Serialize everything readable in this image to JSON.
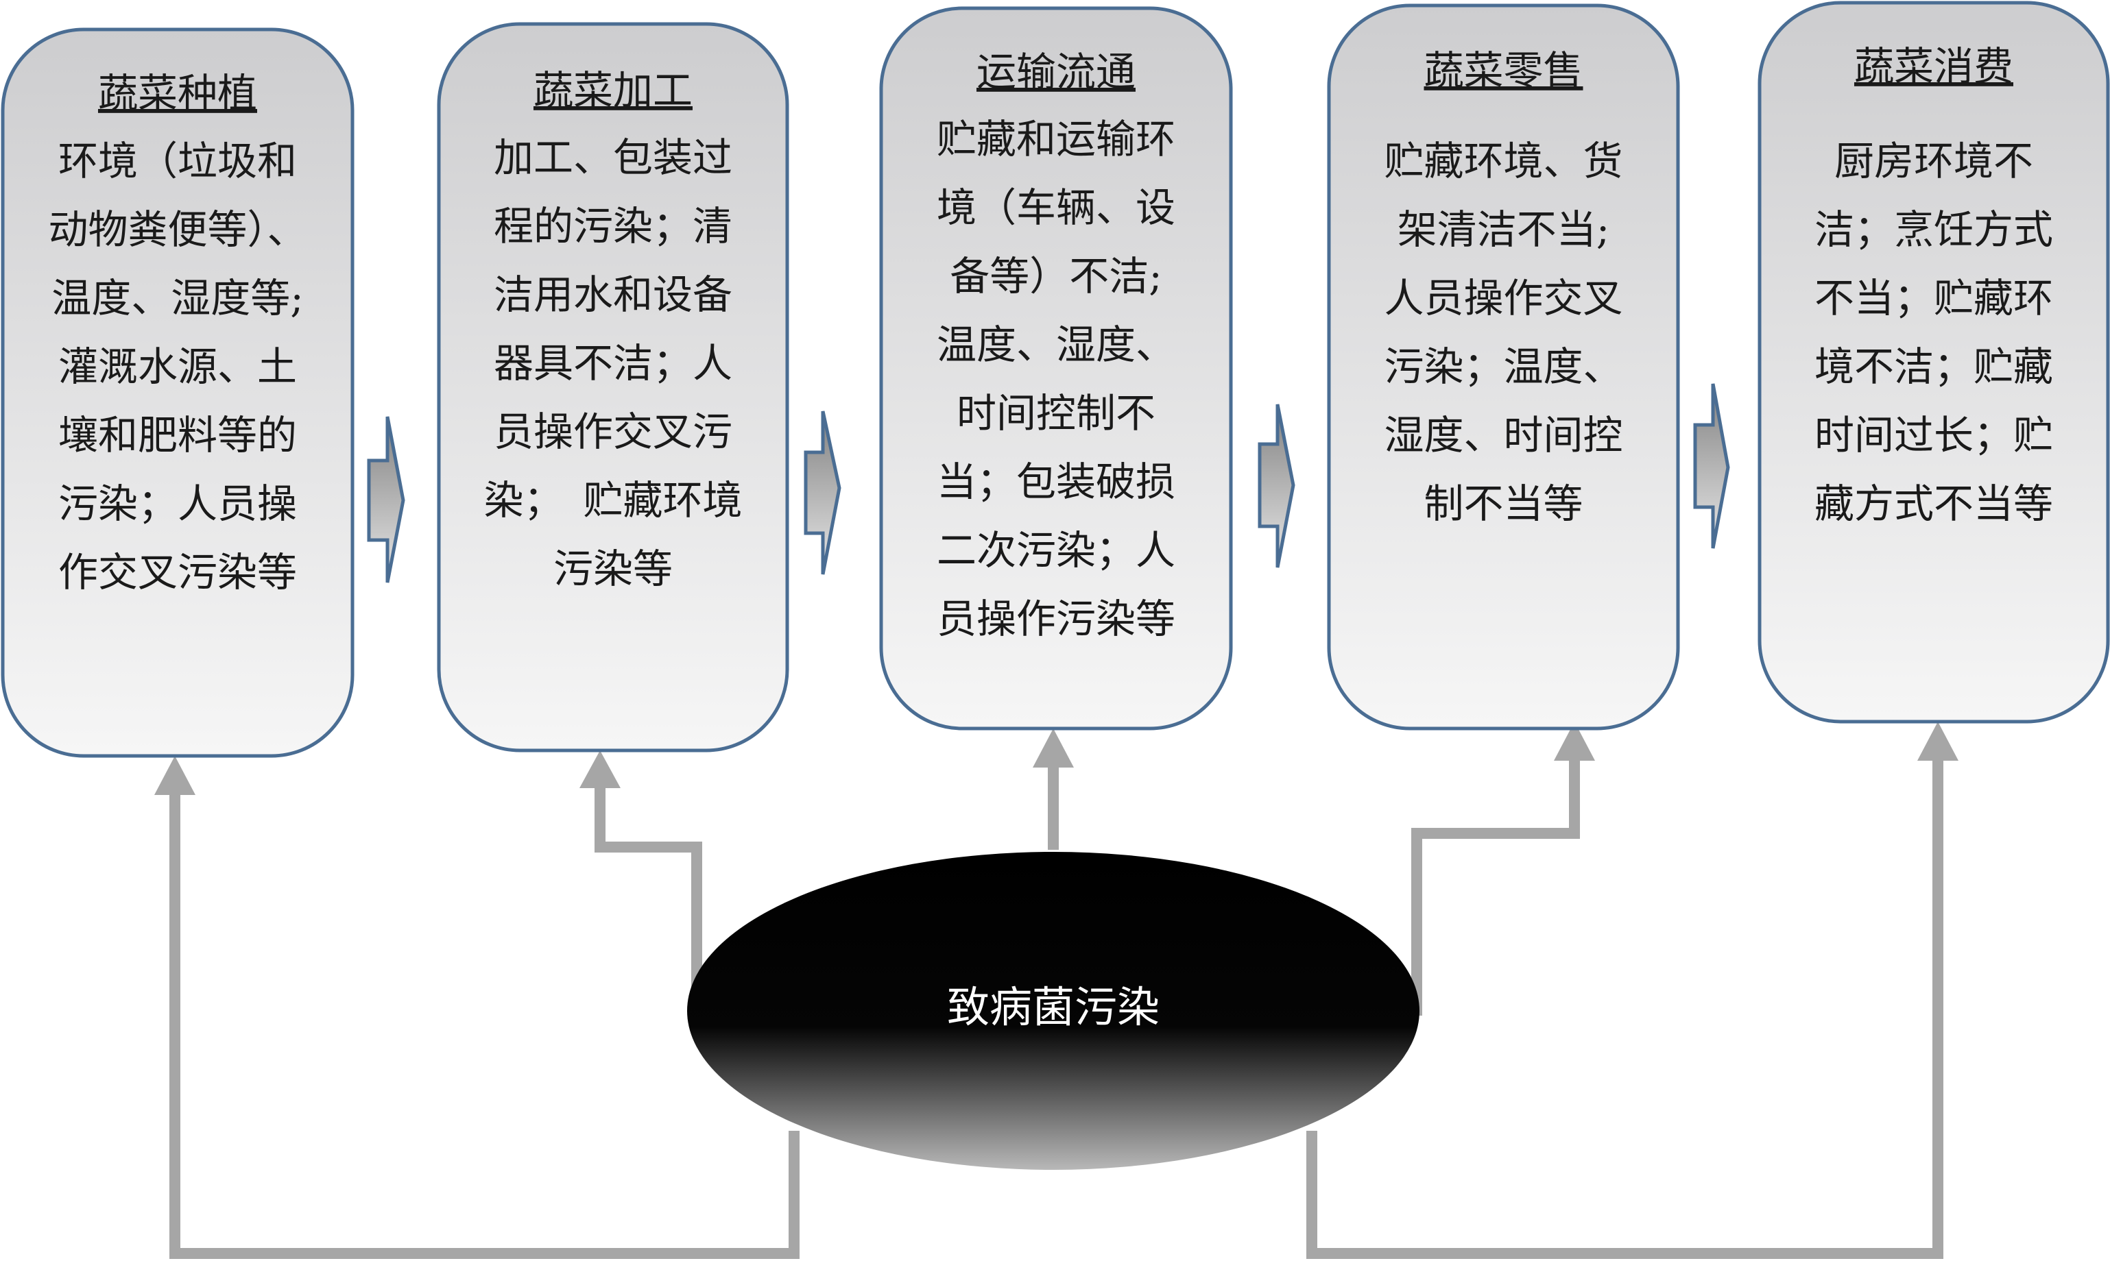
{
  "stages": [
    {
      "title": "蔬菜种植",
      "lines": [
        "环境（垃圾和",
        "动物粪便等）、",
        "温度、湿度等;",
        "灌溉水源、土",
        "壤和肥料等的",
        "污染；人员操",
        "作交叉污染等"
      ]
    },
    {
      "title": "蔬菜加工",
      "lines": [
        "加工、包装过",
        "程的污染；清",
        "洁用水和设备",
        "器具不洁；人",
        "员操作交叉污",
        "染；　贮藏环境",
        "污染等"
      ]
    },
    {
      "title": "运输流通",
      "lines": [
        "贮藏和运输环",
        "境（车辆、设",
        "备等）不洁;",
        "温度、湿度、",
        "时间控制不",
        "当；包装破损",
        "二次污染；人",
        "员操作污染等"
      ]
    },
    {
      "title": "蔬菜零售",
      "lines": [
        "贮藏环境、货",
        "架清洁不当;",
        "人员操作交叉",
        "污染；温度、",
        "湿度、时间控",
        "制不当等"
      ]
    },
    {
      "title": "蔬菜消费",
      "lines": [
        "厨房环境不",
        "洁；烹饪方式",
        "不当；贮藏环",
        "境不洁；贮藏",
        "时间过长；贮",
        "藏方式不当等"
      ]
    }
  ],
  "center": {
    "label": "致病菌污染"
  },
  "colors": {
    "box_border": "#4a6d93",
    "connector": "#a6a6a6",
    "arrow_border": "#4a6d93"
  }
}
